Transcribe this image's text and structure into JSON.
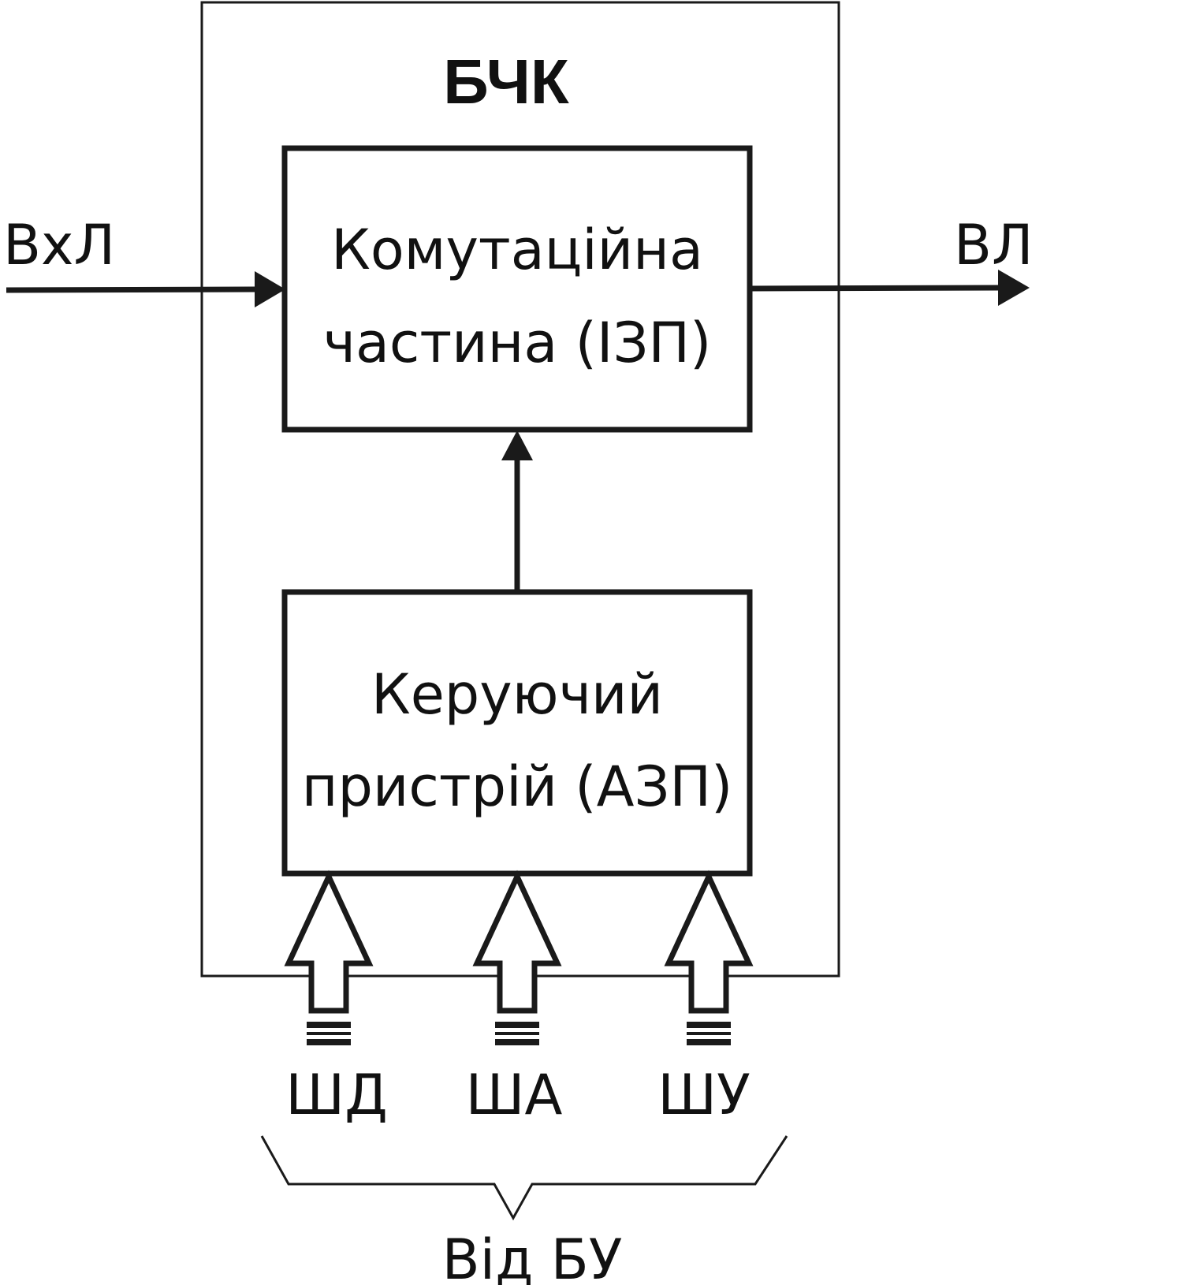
{
  "title": "БЧК",
  "blocks": {
    "switching": {
      "line1": "Комутаційна",
      "line2": "частина (ІЗП)"
    },
    "control": {
      "line1": "Керуючий",
      "line2": "пристрій (АЗП)"
    }
  },
  "signals": {
    "input": "ВхЛ",
    "output": "ВЛ"
  },
  "buses": [
    {
      "label": "ШД"
    },
    {
      "label": "ША"
    },
    {
      "label": "ШУ"
    }
  ],
  "source": "Від БУ",
  "colors": {
    "stroke": "#1a1a1a",
    "background": "#ffffff"
  }
}
